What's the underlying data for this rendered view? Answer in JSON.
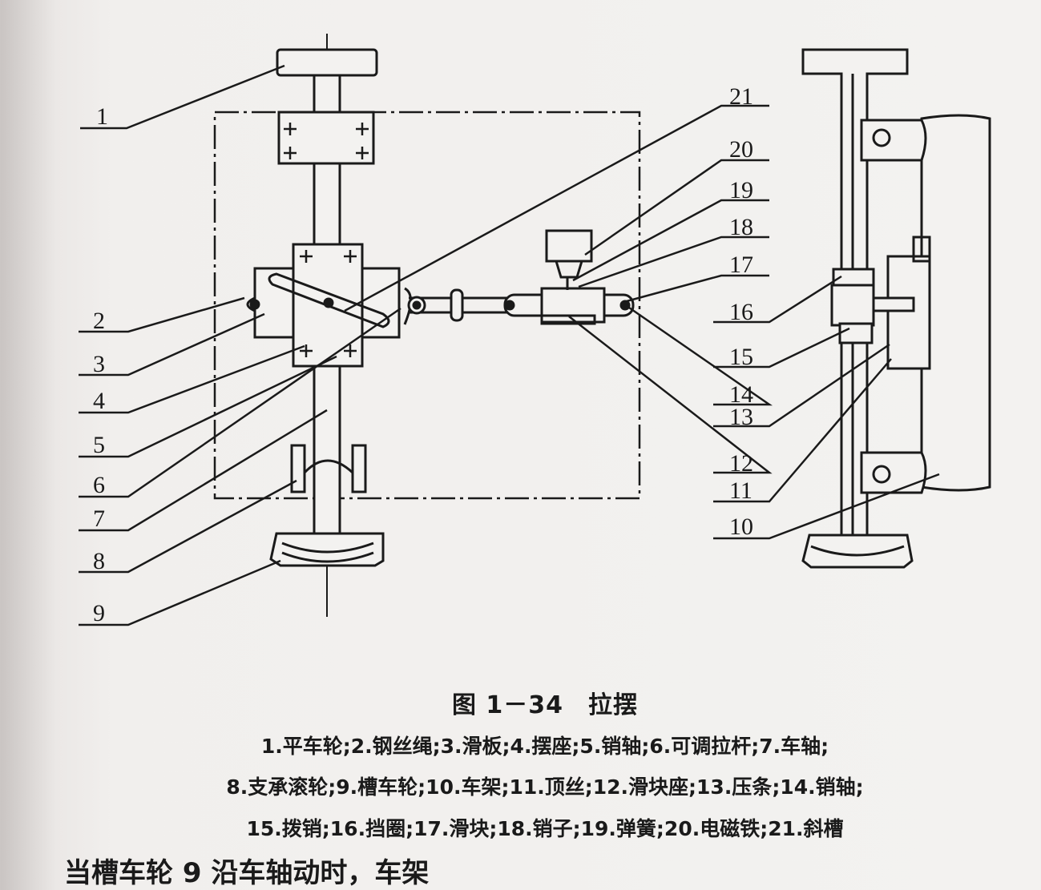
{
  "figure": {
    "title": "图 1－34　拉摆",
    "part_numbers": [
      "1",
      "2",
      "3",
      "4",
      "5",
      "6",
      "7",
      "8",
      "9",
      "10",
      "11",
      "12",
      "13",
      "14",
      "15",
      "16",
      "17",
      "18",
      "19",
      "20",
      "21"
    ],
    "legend_lines": [
      "1.平车轮;2.钢丝绳;3.滑板;4.摆座;5.销轴;6.可调拉杆;7.车轴;",
      "8.支承滚轮;9.槽车轮;10.车架;11.顶丝;12.滑块座;13.压条;14.销轴;",
      "15.拨销;16.挡圈;17.滑块;18.销子;19.弹簧;20.电磁铁;21.斜槽"
    ]
  },
  "body_text_partial": "当槽车轮 9 沿车轴动时，车架"
}
